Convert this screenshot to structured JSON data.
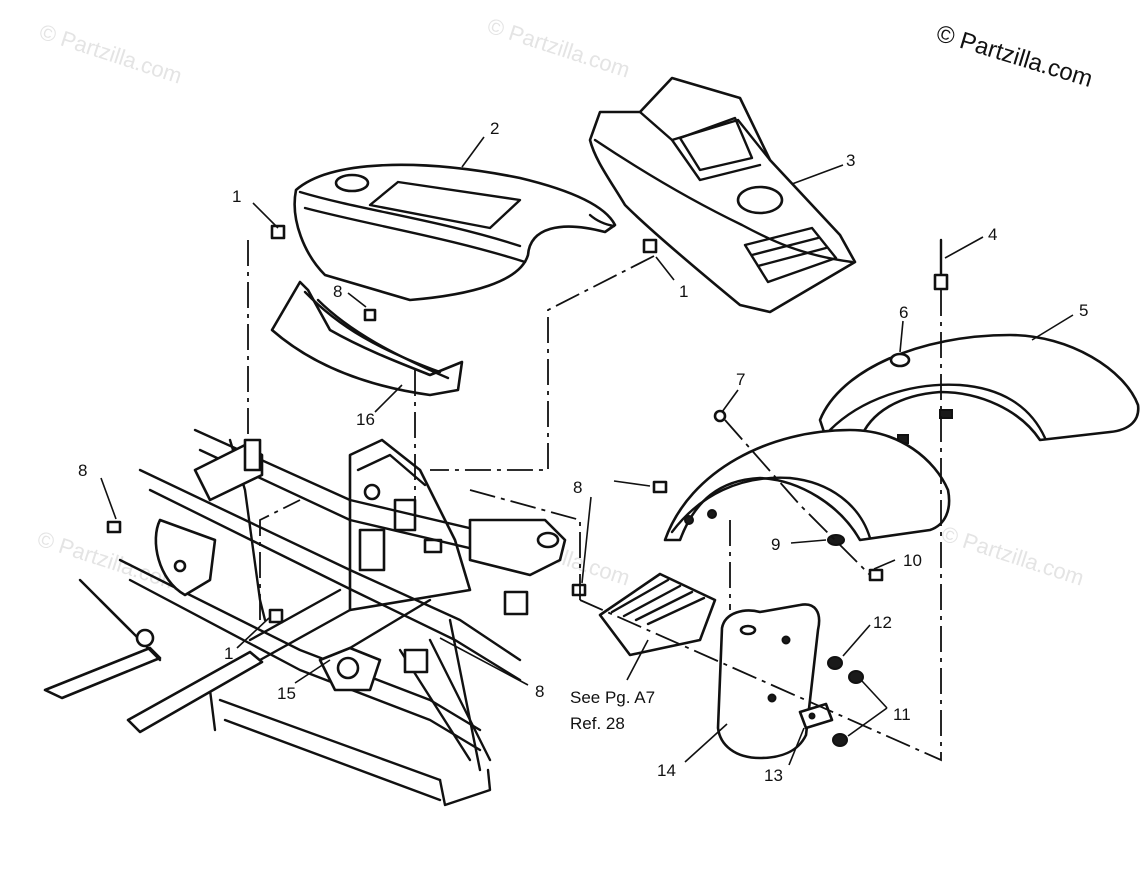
{
  "copyright": "© Partzilla.com",
  "watermark_text": "© Partzilla.com",
  "callouts": [
    {
      "id": "c1a",
      "text": "1"
    },
    {
      "id": "c2",
      "text": "2"
    },
    {
      "id": "c3",
      "text": "3"
    },
    {
      "id": "c4",
      "text": "4"
    },
    {
      "id": "c1b",
      "text": "1"
    },
    {
      "id": "c8a",
      "text": "8"
    },
    {
      "id": "c6",
      "text": "6"
    },
    {
      "id": "c5",
      "text": "5"
    },
    {
      "id": "c7",
      "text": "7"
    },
    {
      "id": "c16",
      "text": "16"
    },
    {
      "id": "c8b",
      "text": "8"
    },
    {
      "id": "c8c",
      "text": "8"
    },
    {
      "id": "c9",
      "text": "9"
    },
    {
      "id": "c10",
      "text": "10"
    },
    {
      "id": "c12",
      "text": "12"
    },
    {
      "id": "c1c",
      "text": "1"
    },
    {
      "id": "c15",
      "text": "15"
    },
    {
      "id": "c8d",
      "text": "8"
    },
    {
      "id": "c11",
      "text": "11"
    },
    {
      "id": "c14",
      "text": "14"
    },
    {
      "id": "c13",
      "text": "13"
    }
  ],
  "reference_note": {
    "line1": "See Pg. A7",
    "line2": "Ref. 28"
  },
  "colors": {
    "ink": "#111111",
    "background": "#ffffff",
    "watermark": "#e4e4e4"
  }
}
